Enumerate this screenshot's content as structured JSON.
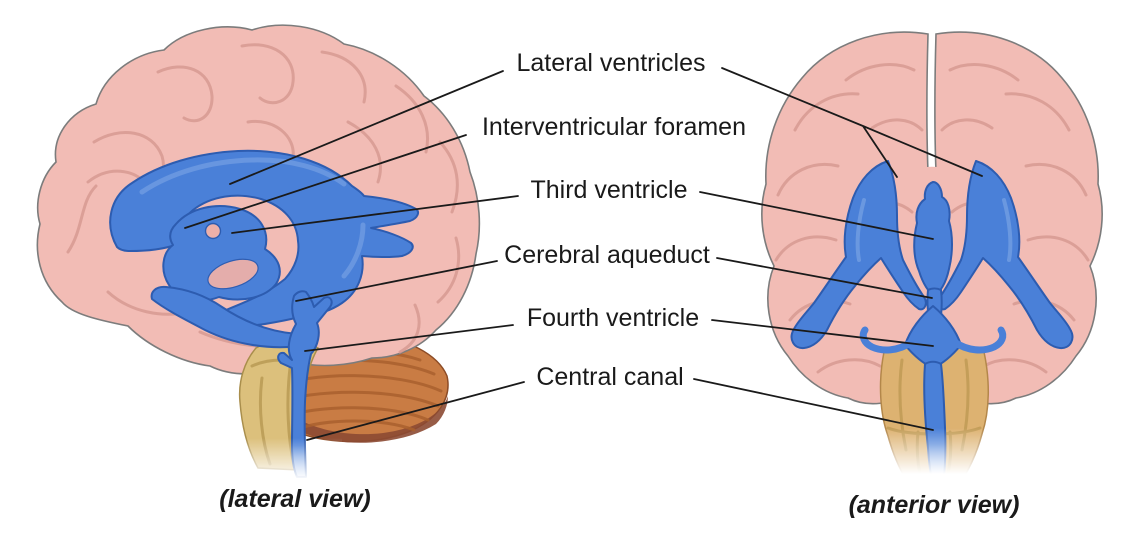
{
  "figure": {
    "labels": [
      {
        "id": "lateral-ventricles",
        "text": "Lateral ventricles"
      },
      {
        "id": "interventricular-foramen",
        "text": "Interventricular foramen"
      },
      {
        "id": "third-ventricle",
        "text": "Third ventricle"
      },
      {
        "id": "cerebral-aqueduct",
        "text": "Cerebral aqueduct"
      },
      {
        "id": "fourth-ventricle",
        "text": "Fourth ventricle"
      },
      {
        "id": "central-canal",
        "text": "Central canal"
      }
    ],
    "captions": {
      "lateral": "(lateral view)",
      "anterior": "(anterior view)"
    },
    "colors": {
      "background": "#ffffff",
      "ventricle_blue": "#4a80d8",
      "ventricle_outline": "#2d5cb0",
      "brain_pink": "#f2bcb5",
      "gyri_pink": "#d79a92",
      "cerebellum_orange": "#c97c44",
      "cerebellum_shadow": "#8c4a33",
      "brainstem_tan": "#dcc07c",
      "brainstem_anterior_tan": "#ddb271",
      "outline_gray": "#7c7c7c",
      "label_text": "#1a1a1a",
      "leader_line": "#1a1a1a"
    }
  }
}
